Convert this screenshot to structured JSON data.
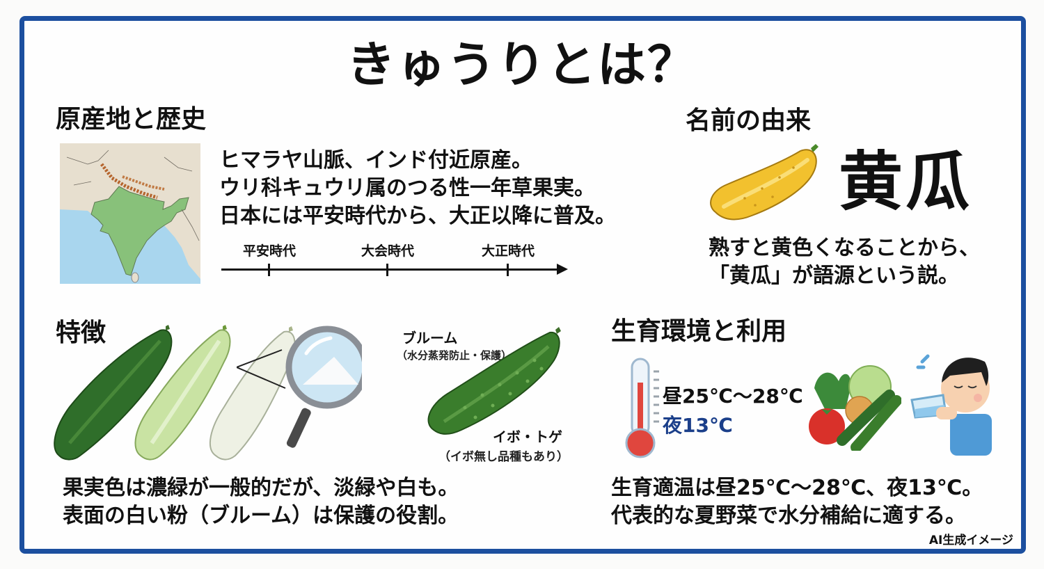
{
  "title": "きゅうりとは？",
  "colors": {
    "frame_border": "#1c4f9f",
    "night_temp_text": "#1b3f8a",
    "cucumber_dark_green": "#2f6e2a",
    "cucumber_yellow": "#f2c12e",
    "map_land_green": "#88c17a",
    "map_sea_blue": "#a9d6ee"
  },
  "origin_history": {
    "heading": "原産地と歴史",
    "lines": [
      "ヒマラヤ山脈、インド付近原産。",
      "ウリ科キュウリ属のつる性一年草果実。",
      "日本には平安時代から、大正以降に普及。"
    ],
    "map_icon": "india-himalaya-map",
    "timeline": {
      "points": [
        "平安時代",
        "大会時代",
        "大正時代"
      ]
    }
  },
  "name_origin": {
    "heading": "名前の由来",
    "kanji": "黄瓜",
    "icon": "yellow-cucumber",
    "lines": [
      "熟すと黄色くなることから、",
      "「黄瓜」が語源という説。"
    ]
  },
  "features": {
    "heading": "特徴",
    "icons": [
      "dark-green-cucumber",
      "light-green-cucumber",
      "white-cucumber",
      "magnifier-bloom",
      "spiky-cucumber"
    ],
    "bloom_label": "ブルーム",
    "bloom_note": "（水分蒸発防止・保護）",
    "spike_label": "イボ・トゲ",
    "spike_note": "（イボ無し品種もあり）",
    "lines": [
      "果実色は濃緑が一般的だが、淡緑や白も。",
      "表面の白い粉（ブルーム）は保護の役割。"
    ]
  },
  "growth_use": {
    "heading": "生育環境と利用",
    "icons": [
      "thermometer",
      "summer-vegetables",
      "boy-drinking-water"
    ],
    "day_temp": "昼25℃～28℃",
    "night_temp": "夜13℃",
    "lines": [
      "生育適温は昼25℃～28℃、夜13℃。",
      "代表的な夏野菜で水分補給に適する。"
    ]
  },
  "footer": {
    "ai_label": "AI生成イメージ"
  }
}
